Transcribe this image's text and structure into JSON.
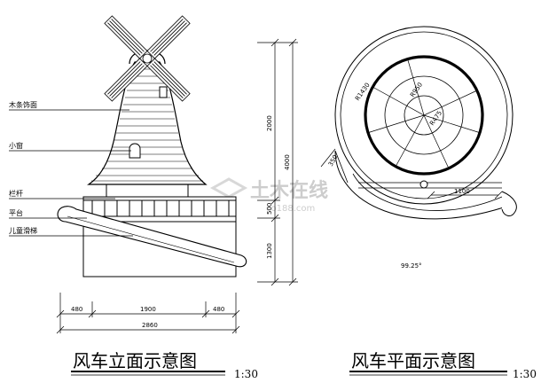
{
  "elevation": {
    "labels": {
      "wood_facing": "木条饰面",
      "small_window": "小窗",
      "railing": "栏杆",
      "platform": "平台",
      "slide": "儿童滑梯"
    },
    "dims_vertical": {
      "upper": "2000",
      "middle": "500",
      "lower": "1300",
      "total": "4000"
    },
    "dims_horizontal": {
      "left": "480",
      "center": "1900",
      "right": "480",
      "total": "2860"
    },
    "title": "风车立面示意图",
    "scale": "1:30"
  },
  "plan": {
    "radii": {
      "r1": "R1430",
      "r2": "R950",
      "r3": "R475"
    },
    "dims": {
      "d1": "350",
      "d2": "1100"
    },
    "angle": "99.25°",
    "title": "风车平面示意图",
    "scale": "1:30"
  },
  "watermark": {
    "main": "土木在线",
    "sub": "co188.com"
  }
}
